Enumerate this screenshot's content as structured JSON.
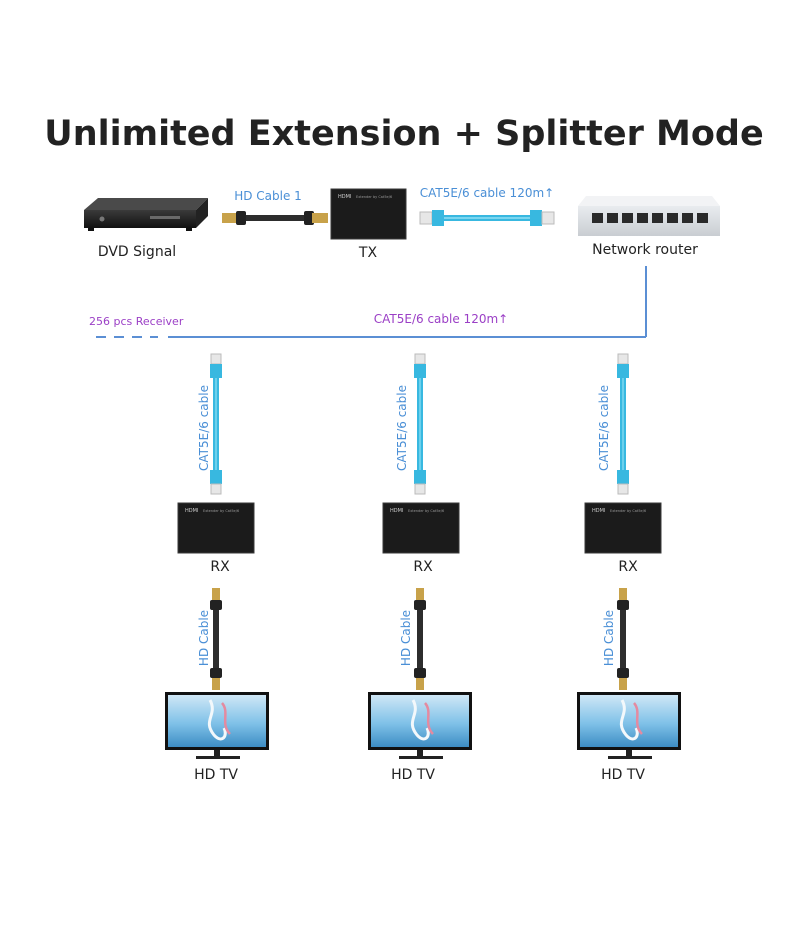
{
  "title": "Unlimited Extension + Splitter Mode",
  "top_row": {
    "dvd_label": "DVD Signal",
    "hd_cable_label": "HD Cable 1",
    "tx_label": "TX",
    "cat_cable_label": "CAT5E/6 cable 120m↑",
    "router_label": "Network router"
  },
  "bus": {
    "receiver_count_label": "256 pcs Receiver",
    "cable_label": "CAT5E/6 cable 120m↑"
  },
  "branches": [
    {
      "cat_label": "CAT5E/6 cable",
      "rx_label": "RX",
      "hd_label": "HD Cable",
      "tv_label": "HD TV"
    },
    {
      "cat_label": "CAT5E/6 cable",
      "rx_label": "RX",
      "hd_label": "HD Cable",
      "tv_label": "HD TV"
    },
    {
      "cat_label": "CAT5E/6 cable",
      "rx_label": "RX",
      "hd_label": "HD Cable",
      "tv_label": "HD TV"
    }
  ],
  "device_text": {
    "hdmi_badge": "HDMI",
    "device_subtitle": "Extender by Cat5e/6"
  },
  "colors": {
    "title": "#222222",
    "label": "#222222",
    "blue_label": "#4a8fd6",
    "purple_label": "#9b3fc6",
    "bus_line": "#5b8fd4",
    "cat_cable": "#38b8e0",
    "gold": "#c8a24a"
  }
}
